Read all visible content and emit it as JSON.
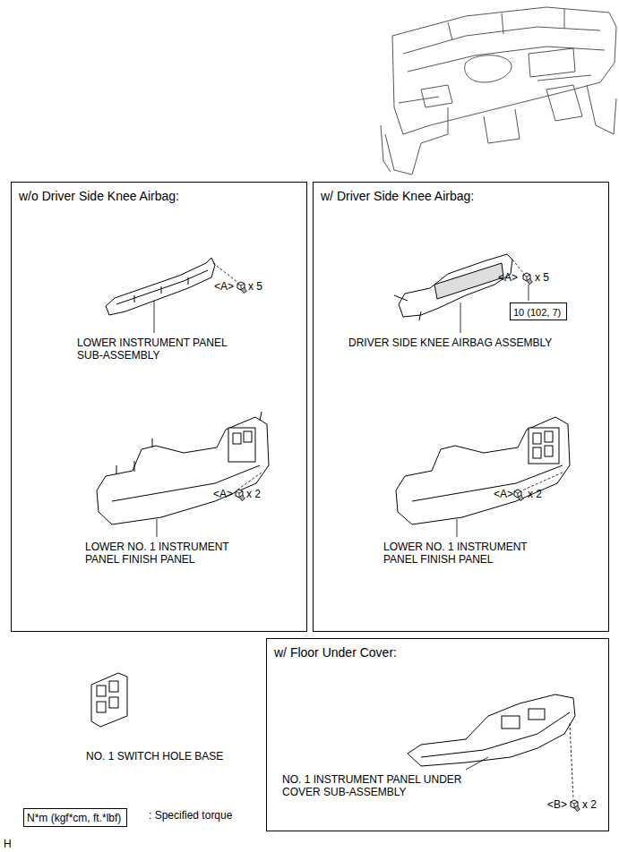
{
  "diagram": {
    "nodes": [
      {
        "text": [
          "w/o Driver Side Knee Airbag:"
        ]
      },
      {
        "text": [
          "w/ Driver Side Knee Airbag:"
        ]
      },
      {
        "text": [
          "10 (102, 7)"
        ],
        "in": 1
      },
      {
        "text": [
          "w/ Floor Under Cover:"
        ]
      },
      {
        "text": [
          "N*m (kgf*cm, ft.*lbf)"
        ]
      }
    ],
    "labels": [
      "LOWER INSTRUMENT PANEL SUB-ASSEMBLY",
      "<A>",
      "x 5",
      "LOWER NO. 1 INSTRUMENT PANEL FINISH PANEL",
      "<A>",
      "x 2",
      "DRIVER SIDE KNEE AIRBAG ASSEMBLY",
      "<A>",
      "x 5",
      "LOWER NO. 1 INSTRUMENT PANEL FINISH PANEL",
      "<A>",
      "x 2",
      "NO. 1 SWITCH HOLE BASE",
      "NO. 1 INSTRUMENT PANEL UNDER COVER SUB-ASSEMBLY",
      "<B>",
      "x 2",
      ": Specified torque",
      "H"
    ]
  }
}
